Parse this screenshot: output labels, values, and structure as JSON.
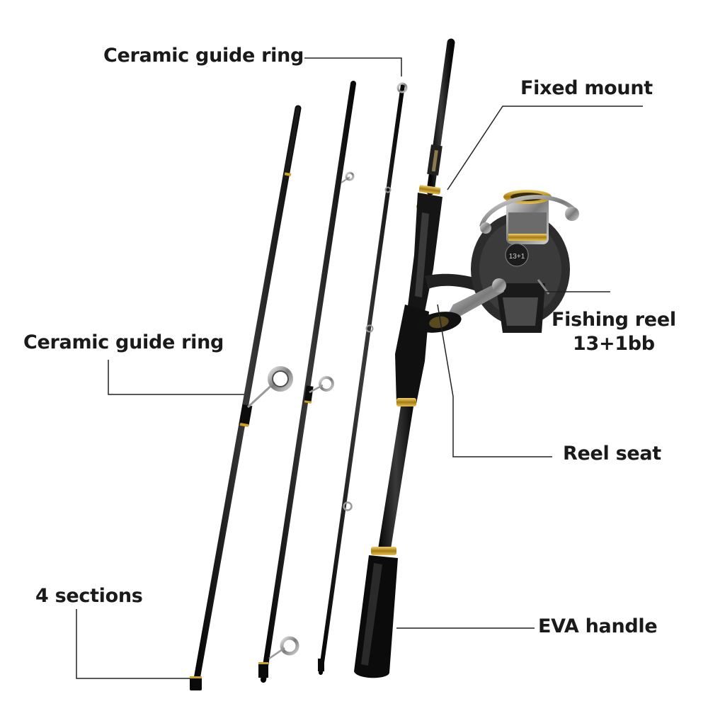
{
  "labels": {
    "ceramic_top": "Ceramic guide ring",
    "fixed_mount": "Fixed mount",
    "ceramic_middle": "Ceramic guide ring",
    "fishing_reel": "Fishing reel",
    "bearings": "13+1bb",
    "reel_seat": "Reel seat",
    "sections": "4 sections",
    "eva_handle": "EVA handle"
  },
  "reel_marking": "13+1",
  "colors": {
    "background": "#ffffff",
    "rod_blank": "#141414",
    "gold_accent": "#c9a227",
    "chrome": "#b8b8b8",
    "leader_line": "#222222"
  }
}
